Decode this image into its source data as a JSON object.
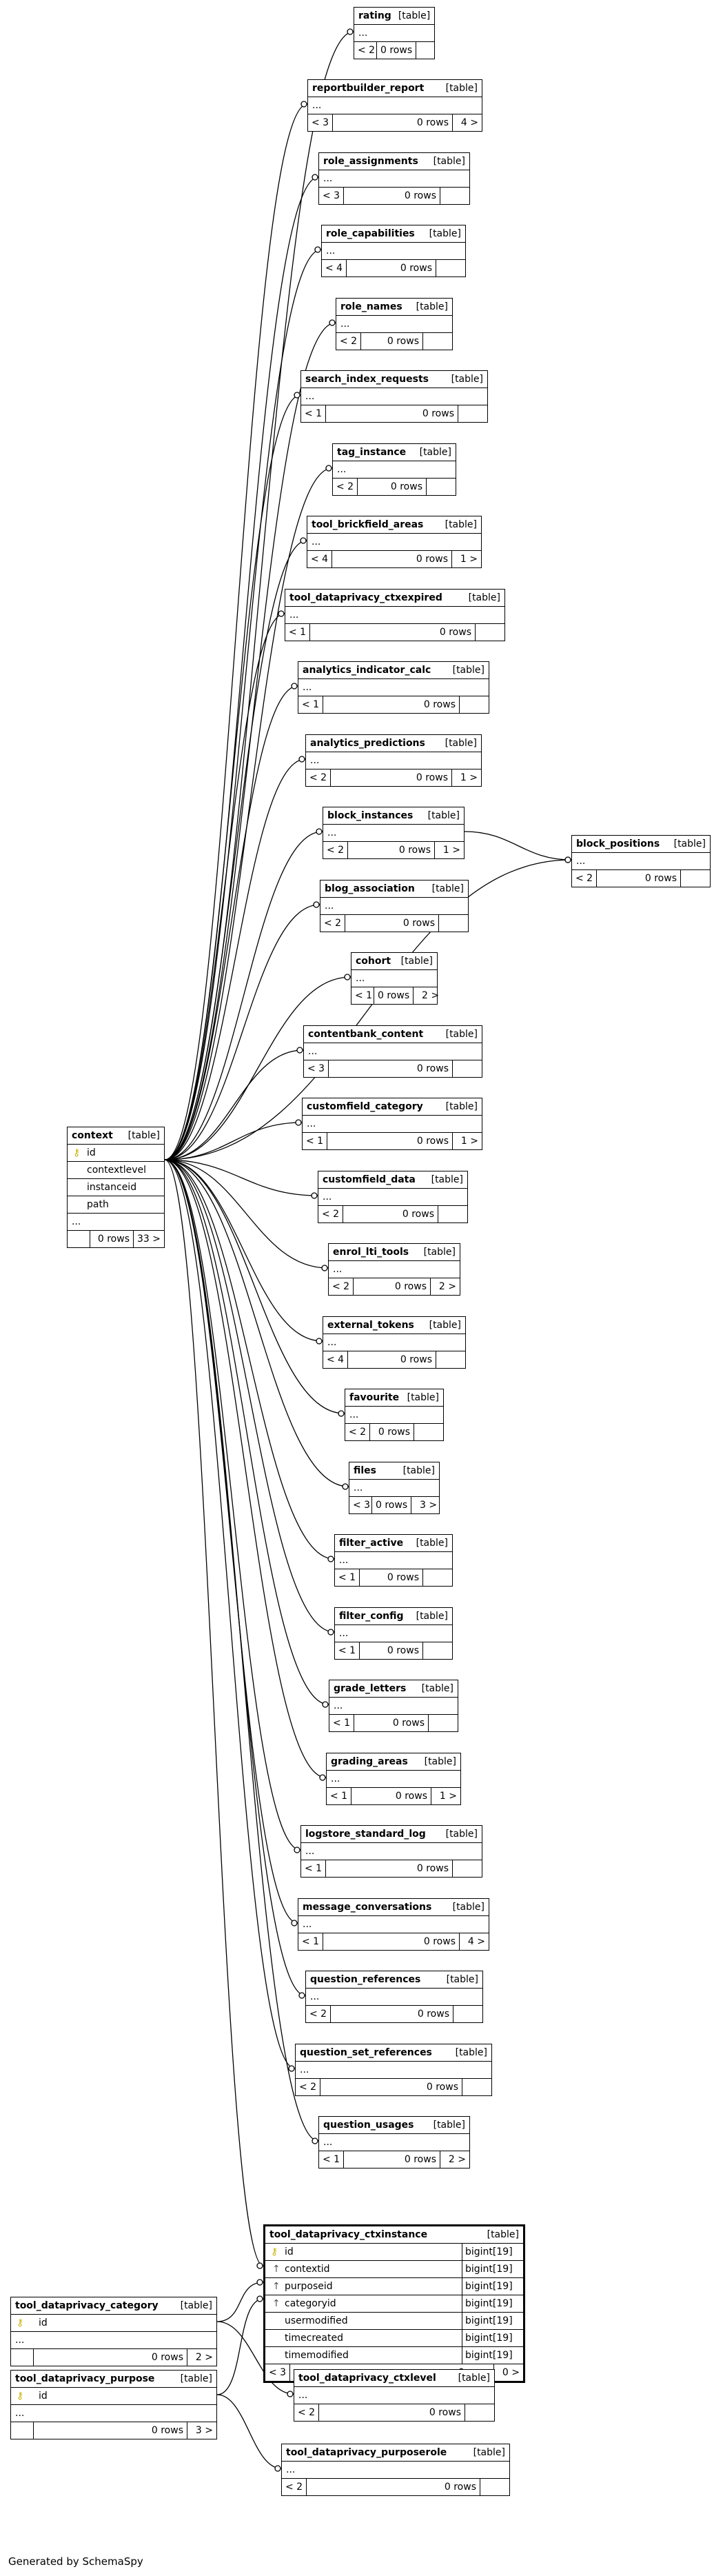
{
  "footer_text": "Generated by SchemaSpy",
  "table_type": "[table]",
  "context": {
    "name": "context",
    "columns": [
      "id",
      "contextlevel",
      "instanceid",
      "path"
    ],
    "ellipsis": "...",
    "footer": [
      "",
      "0 rows",
      "33 >"
    ]
  },
  "children": [
    {
      "name": "rating",
      "ellipsis": "...",
      "footer": [
        "< 2",
        "0 rows",
        ""
      ]
    },
    {
      "name": "reportbuilder_report",
      "ellipsis": "...",
      "footer": [
        "< 3",
        "0 rows",
        "4 >"
      ]
    },
    {
      "name": "role_assignments",
      "ellipsis": "...",
      "footer": [
        "< 3",
        "0 rows",
        ""
      ]
    },
    {
      "name": "role_capabilities",
      "ellipsis": "...",
      "footer": [
        "< 4",
        "0 rows",
        ""
      ]
    },
    {
      "name": "role_names",
      "ellipsis": "...",
      "footer": [
        "< 2",
        "0 rows",
        ""
      ]
    },
    {
      "name": "search_index_requests",
      "ellipsis": "...",
      "footer": [
        "< 1",
        "0 rows",
        ""
      ]
    },
    {
      "name": "tag_instance",
      "ellipsis": "...",
      "footer": [
        "< 2",
        "0 rows",
        ""
      ]
    },
    {
      "name": "tool_brickfield_areas",
      "ellipsis": "...",
      "footer": [
        "< 4",
        "0 rows",
        "1 >"
      ]
    },
    {
      "name": "tool_dataprivacy_ctxexpired",
      "ellipsis": "...",
      "footer": [
        "< 1",
        "0 rows",
        ""
      ]
    },
    {
      "name": "analytics_indicator_calc",
      "ellipsis": "...",
      "footer": [
        "< 1",
        "0 rows",
        ""
      ]
    },
    {
      "name": "analytics_predictions",
      "ellipsis": "...",
      "footer": [
        "< 2",
        "0 rows",
        "1 >"
      ]
    },
    {
      "name": "block_instances",
      "ellipsis": "...",
      "footer": [
        "< 2",
        "0 rows",
        "1 >"
      ]
    },
    {
      "name": "blog_association",
      "ellipsis": "...",
      "footer": [
        "< 2",
        "0 rows",
        ""
      ]
    },
    {
      "name": "cohort",
      "ellipsis": "...",
      "footer": [
        "< 1",
        "0 rows",
        "2 >"
      ]
    },
    {
      "name": "contentbank_content",
      "ellipsis": "...",
      "footer": [
        "< 3",
        "0 rows",
        ""
      ]
    },
    {
      "name": "customfield_category",
      "ellipsis": "...",
      "footer": [
        "< 1",
        "0 rows",
        "1 >"
      ]
    },
    {
      "name": "customfield_data",
      "ellipsis": "...",
      "footer": [
        "< 2",
        "0 rows",
        ""
      ]
    },
    {
      "name": "enrol_lti_tools",
      "ellipsis": "...",
      "footer": [
        "< 2",
        "0 rows",
        "2 >"
      ]
    },
    {
      "name": "external_tokens",
      "ellipsis": "...",
      "footer": [
        "< 4",
        "0 rows",
        ""
      ]
    },
    {
      "name": "favourite",
      "ellipsis": "...",
      "footer": [
        "< 2",
        "0 rows",
        ""
      ]
    },
    {
      "name": "files",
      "ellipsis": "...",
      "footer": [
        "< 3",
        "0 rows",
        "3 >"
      ]
    },
    {
      "name": "filter_active",
      "ellipsis": "...",
      "footer": [
        "< 1",
        "0 rows",
        ""
      ]
    },
    {
      "name": "filter_config",
      "ellipsis": "...",
      "footer": [
        "< 1",
        "0 rows",
        ""
      ]
    },
    {
      "name": "grade_letters",
      "ellipsis": "...",
      "footer": [
        "< 1",
        "0 rows",
        ""
      ]
    },
    {
      "name": "grading_areas",
      "ellipsis": "...",
      "footer": [
        "< 1",
        "0 rows",
        "1 >"
      ]
    },
    {
      "name": "logstore_standard_log",
      "ellipsis": "...",
      "footer": [
        "< 1",
        "0 rows",
        ""
      ]
    },
    {
      "name": "message_conversations",
      "ellipsis": "...",
      "footer": [
        "< 1",
        "0 rows",
        "4 >"
      ]
    },
    {
      "name": "question_references",
      "ellipsis": "...",
      "footer": [
        "< 2",
        "0 rows",
        ""
      ]
    },
    {
      "name": "question_set_references",
      "ellipsis": "...",
      "footer": [
        "< 2",
        "0 rows",
        ""
      ]
    },
    {
      "name": "question_usages",
      "ellipsis": "...",
      "footer": [
        "< 1",
        "0 rows",
        "2 >"
      ]
    }
  ],
  "block_positions": {
    "name": "block_positions",
    "ellipsis": "...",
    "footer": [
      "< 2",
      "0 rows",
      ""
    ]
  },
  "ctxinstance": {
    "name": "tool_dataprivacy_ctxinstance",
    "columns": [
      {
        "name": "id",
        "type": "bigint[19]"
      },
      {
        "name": "contextid",
        "type": "bigint[19]"
      },
      {
        "name": "purposeid",
        "type": "bigint[19]"
      },
      {
        "name": "categoryid",
        "type": "bigint[19]"
      },
      {
        "name": "usermodified",
        "type": "bigint[19]"
      },
      {
        "name": "timecreated",
        "type": "bigint[19]"
      },
      {
        "name": "timemodified",
        "type": "bigint[19]"
      }
    ],
    "footer": [
      "< 3",
      "0 rows",
      "0 >"
    ]
  },
  "category": {
    "name": "tool_dataprivacy_category",
    "columns": [
      "id"
    ],
    "ellipsis": "...",
    "footer": [
      "",
      "0 rows",
      "2 >"
    ]
  },
  "purpose": {
    "name": "tool_dataprivacy_purpose",
    "columns": [
      "id"
    ],
    "ellipsis": "...",
    "footer": [
      "",
      "0 rows",
      "3 >"
    ]
  },
  "ctxlevel": {
    "name": "tool_dataprivacy_ctxlevel",
    "ellipsis": "...",
    "footer": [
      "< 2",
      "0 rows",
      ""
    ]
  },
  "purposerole": {
    "name": "tool_dataprivacy_purposerole",
    "ellipsis": "...",
    "footer": [
      "< 2",
      "0 rows",
      ""
    ]
  }
}
